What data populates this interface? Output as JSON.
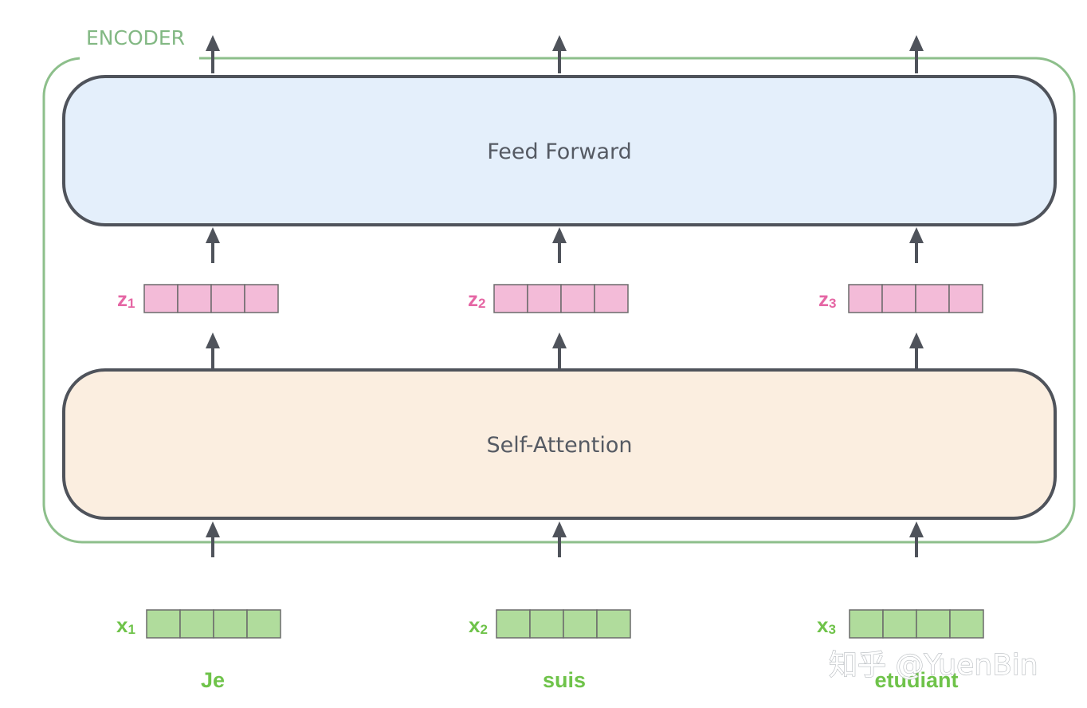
{
  "encoder": {
    "title": "ENCODER",
    "border_color": "#8dbf8b"
  },
  "layers": {
    "feed_forward": {
      "label": "Feed Forward",
      "fill": "#e4effb"
    },
    "self_attention": {
      "label": "Self-Attention",
      "fill": "#fbeee0"
    },
    "stroke": "#4f535b"
  },
  "z_vectors": [
    {
      "letter": "z",
      "sub": "1",
      "cells": 4
    },
    {
      "letter": "z",
      "sub": "2",
      "cells": 4
    },
    {
      "letter": "z",
      "sub": "3",
      "cells": 4
    }
  ],
  "x_vectors": [
    {
      "letter": "x",
      "sub": "1",
      "cells": 4,
      "word": "Je"
    },
    {
      "letter": "x",
      "sub": "2",
      "cells": 4,
      "word": "suis"
    },
    {
      "letter": "x",
      "sub": "3",
      "cells": 4,
      "word": "etudiant"
    }
  ],
  "colors": {
    "z_fill": "#f3bbd8",
    "z_label": "#e566a4",
    "x_fill": "#b0dc9c",
    "x_label": "#6fc34a",
    "arrow": "#4f535b"
  },
  "watermark": "知乎 @YuenBin"
}
